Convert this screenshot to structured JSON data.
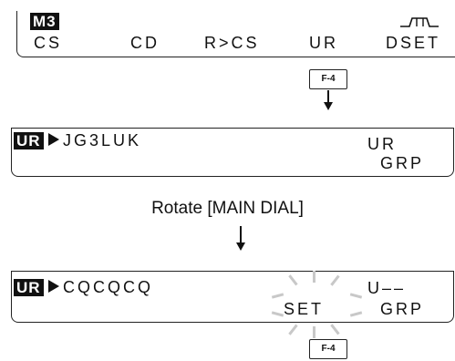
{
  "screen1": {
    "mode": "M3",
    "menu": [
      "CS",
      "CD",
      "R>CS",
      "UR",
      "DSET"
    ]
  },
  "key1": "F-4",
  "screen2": {
    "tag": "UR",
    "callsign": "JG3LUK",
    "right_top": "UR",
    "right_bottom": "GRP"
  },
  "instruction": "Rotate [MAIN DIAL]",
  "screen3": {
    "tag": "UR",
    "callsign": "CQCQCQ",
    "right_top": "U––",
    "set_label": "SET",
    "right_bottom": "GRP"
  },
  "key2": "F-4"
}
